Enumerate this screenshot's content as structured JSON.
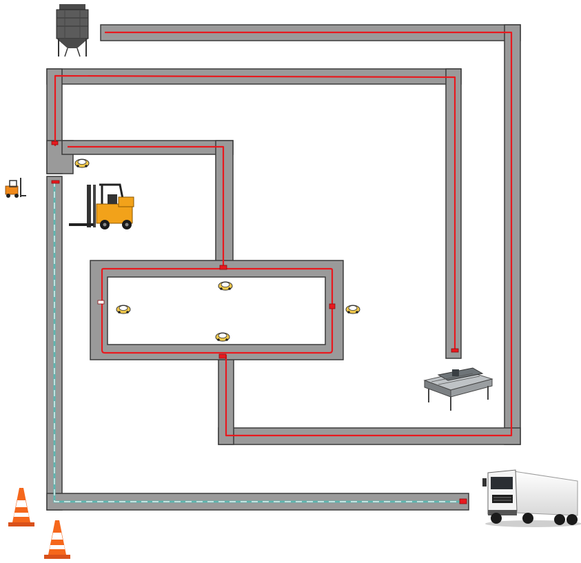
{
  "scene": {
    "kind": "agv-track-layout",
    "colors": {
      "track": "#9a9a9a",
      "track_edge": "#3a3a3a",
      "route": "#e8191e",
      "return_route": "#5fb6b0",
      "return_dash": "#ffffff",
      "background": "#ffffff"
    },
    "icons": {
      "silo": "silo-icon",
      "forklift_small": "forklift-small-icon",
      "forklift_large": "forklift-icon",
      "cutting_table": "cutting-table-icon",
      "truck": "truck-icon",
      "cones": "traffic-cone-icon",
      "agv_vehicles": "agv-icon"
    },
    "agv_count": 5,
    "cone_count": 2,
    "marker_count": 7
  }
}
